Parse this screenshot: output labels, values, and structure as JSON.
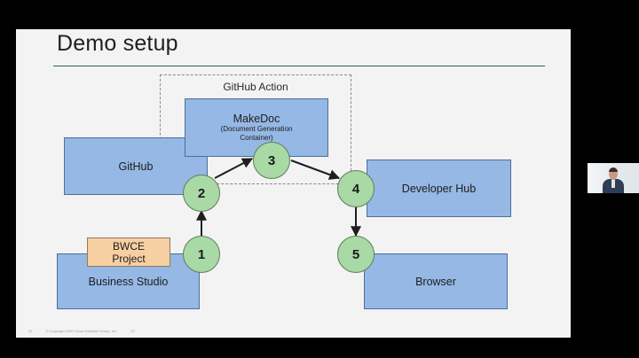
{
  "slide": {
    "title": "Demo setup",
    "group_label": "GitHub Action",
    "boxes": {
      "github": "GitHub",
      "makedoc": "MakeDoc",
      "makedoc_sub": "(Document Generation Container)",
      "developer_hub": "Developer Hub",
      "business_studio": "Business Studio",
      "browser": "Browser",
      "bwce_project": "BWCE Project"
    },
    "steps": [
      "1",
      "2",
      "3",
      "4",
      "5"
    ],
    "footer": {
      "page_left": "22",
      "copyright": "© Copyright 2020 Cloud Software Group, Inc.",
      "page_right": "22"
    }
  },
  "colors": {
    "box_fill": "#95b8e4",
    "step_fill": "#a9d9a5",
    "project_fill": "#f6cfa2",
    "background": "#000000"
  },
  "icons": {
    "webcam": "presenter-webcam-thumbnail"
  }
}
